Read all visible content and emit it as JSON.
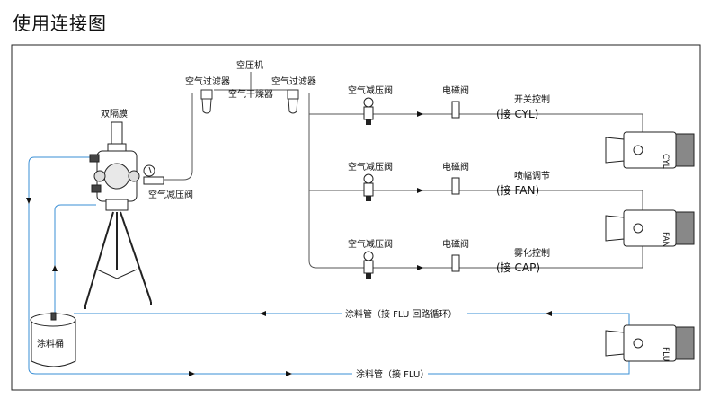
{
  "page": {
    "title": "使用连接图"
  },
  "labels": {
    "compressor": "空压机",
    "filter_left": "空气过滤器",
    "filter_right": "空气过滤器",
    "dryer": "空气干燥器",
    "diaphragm_pump": "双隔膜",
    "pump_regulator": "空气减压阀",
    "paint_bucket": "涂料桶"
  },
  "branches": [
    {
      "regulator": "空气减压阀",
      "valve": "电磁阀",
      "function": "开关控制",
      "port": "(接 CYL)"
    },
    {
      "regulator": "空气减压阀",
      "valve": "电磁阀",
      "function": "喷幅调节",
      "port": "(接 FAN)"
    },
    {
      "regulator": "空气减压阀",
      "valve": "电磁阀",
      "function": "雾化控制",
      "port": "(接 CAP)"
    }
  ],
  "gun_ports": [
    "CYL",
    "FAN",
    "FLU"
  ],
  "hoses": {
    "return": "涂料管（接 FLU 回路循环）",
    "supply": "涂料管（接 FLU）"
  },
  "colors": {
    "air_line": "#555555",
    "paint_line": "#3a8fd6",
    "arrow": "#111111"
  }
}
